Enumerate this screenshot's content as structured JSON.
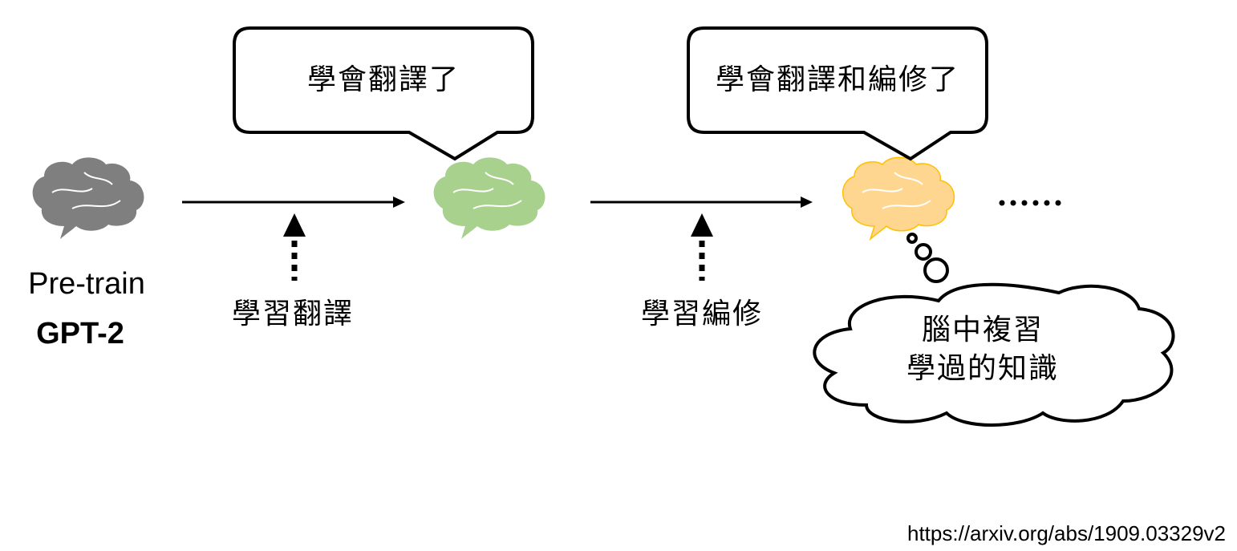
{
  "model": {
    "line1": "Pre-train",
    "line2": "GPT-2"
  },
  "steps": [
    {
      "task_label": "學習翻譯",
      "bubble_text": "學會翻譯了"
    },
    {
      "task_label": "學習編修",
      "bubble_text": "學會翻譯和編修了"
    }
  ],
  "ellipsis": "......",
  "thought_cloud": {
    "line1": "腦中複習",
    "line2": "學過的知識"
  },
  "source_url": "https://arxiv.org/abs/1909.03329v2",
  "colors": {
    "brain_pretrain": "#7f7f7f",
    "brain_step1": "#a9d18e",
    "brain_step2": "#ffd68f"
  }
}
